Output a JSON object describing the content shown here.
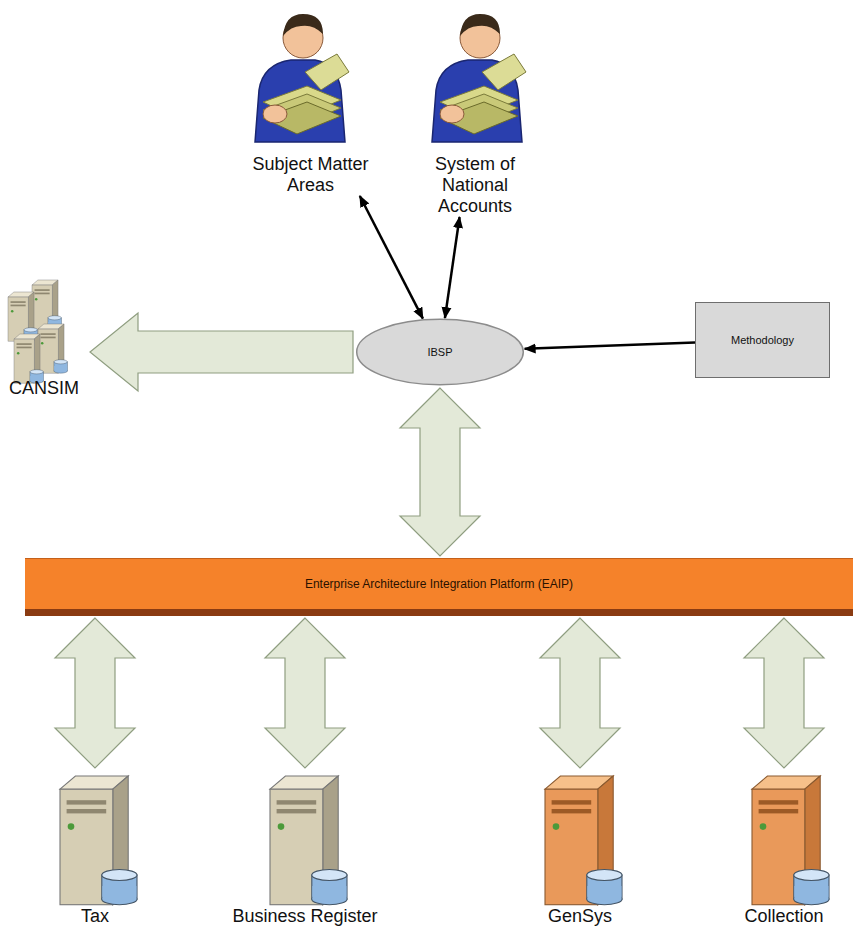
{
  "diagram": {
    "nodes": [
      {
        "text": [
          "Subject Matter Areas"
        ]
      },
      {
        "text": [
          "System of National Accounts"
        ]
      },
      {
        "text": [
          "CANSIM"
        ]
      },
      {
        "text": [
          "IBSP"
        ]
      },
      {
        "text": [
          "Methodology"
        ]
      },
      {
        "text": [
          "Enterprise Architecture Integration Platform (EAIP)"
        ]
      },
      {
        "text": [
          "Tax"
        ]
      },
      {
        "text": [
          "Business Register"
        ]
      },
      {
        "text": [
          "GenSys"
        ]
      },
      {
        "text": [
          "Collection"
        ]
      }
    ],
    "edges": [
      {
        "from": 0,
        "to": 3,
        "arrow": "both"
      },
      {
        "from": 1,
        "to": 3,
        "arrow": "both"
      },
      {
        "from": 3,
        "to": 2,
        "arrow": "to"
      },
      {
        "from": 4,
        "to": 3,
        "arrow": "to"
      },
      {
        "from": 3,
        "to": 5,
        "arrow": "both"
      },
      {
        "from": 5,
        "to": 6,
        "arrow": "both"
      },
      {
        "from": 5,
        "to": 7,
        "arrow": "both"
      },
      {
        "from": 5,
        "to": 8,
        "arrow": "both"
      },
      {
        "from": 5,
        "to": 9,
        "arrow": "both"
      }
    ]
  }
}
